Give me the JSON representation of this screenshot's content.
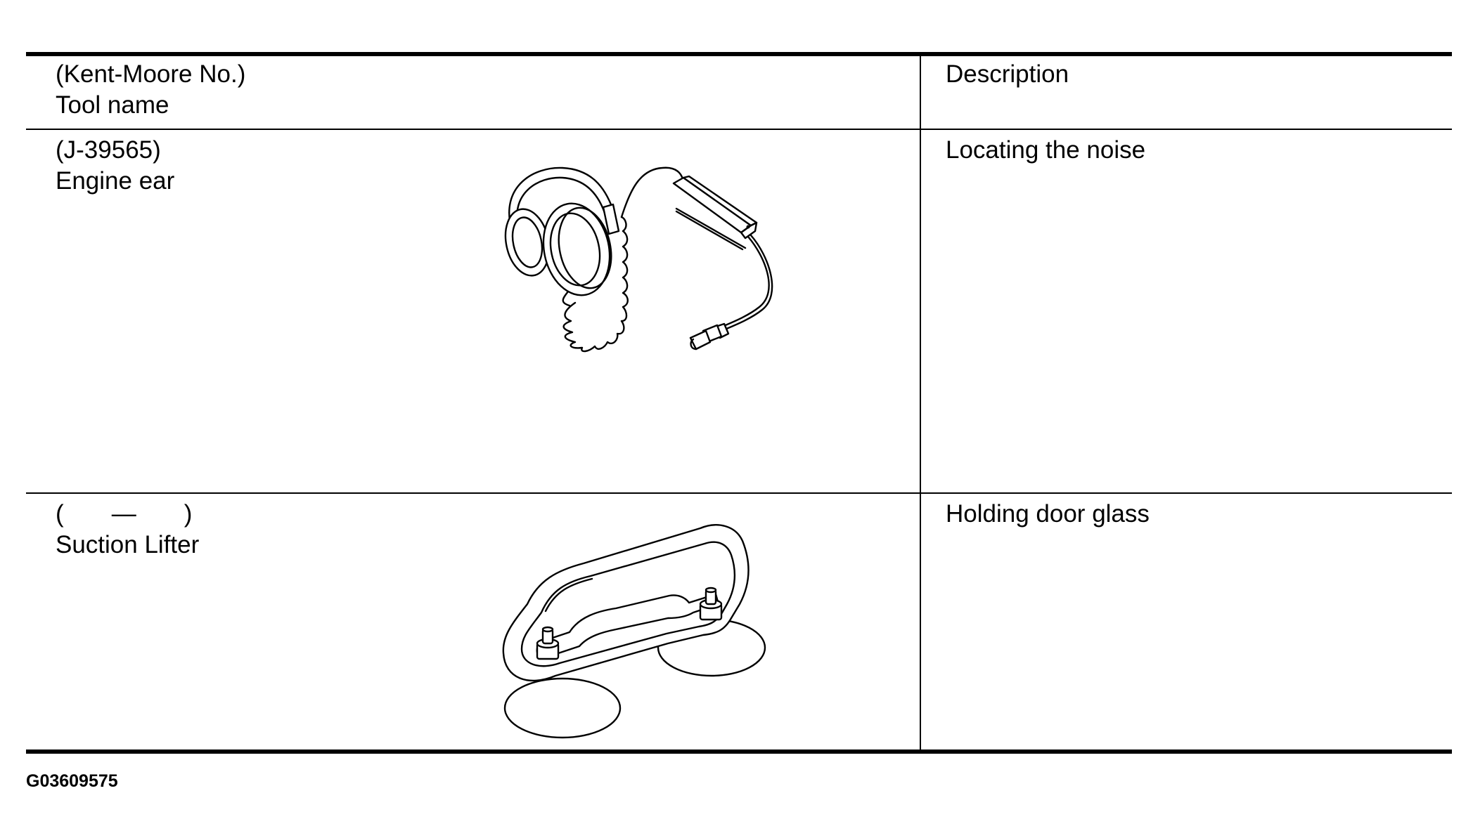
{
  "table": {
    "header": {
      "tool_col_line1": "(Kent-Moore No.)",
      "tool_col_line2": "Tool name",
      "description_col": "Description"
    },
    "rows": [
      {
        "number": "(J-39565)",
        "name": "Engine ear",
        "description": "Locating the noise",
        "illustration_icon": "engine-ear-headphones-icon"
      },
      {
        "number": "(       —       )",
        "name": "Suction Lifter",
        "description": "Holding door glass",
        "illustration_icon": "suction-lifter-icon"
      }
    ]
  },
  "figure_code": "G03609575"
}
